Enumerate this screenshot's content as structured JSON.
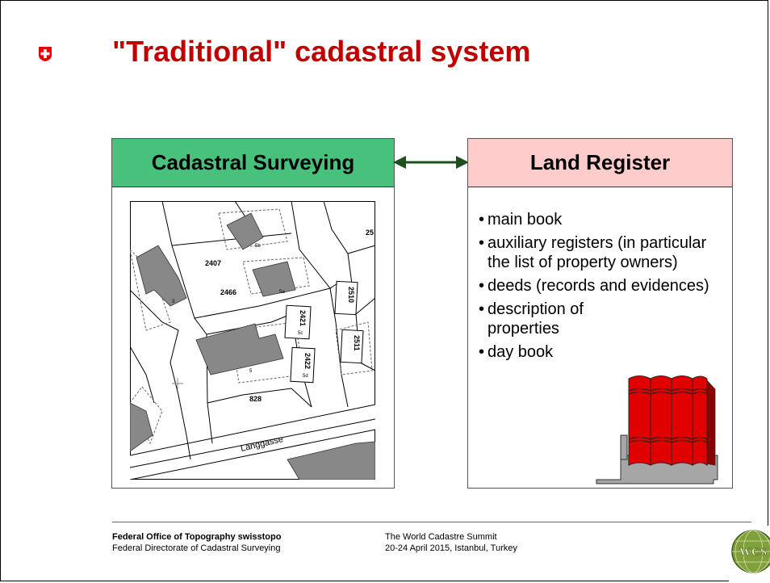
{
  "slide": {
    "title": "\"Traditional\" cadastral system",
    "left_box": {
      "header": "Cadastral Surveying"
    },
    "right_box": {
      "header": "Land Register",
      "bullets": [
        "main book",
        "auxiliary registers (in particular the list of property owners)",
        "deeds (records and evidences)",
        "description of properties",
        "day book"
      ]
    },
    "map": {
      "street": "Länggasse",
      "parcels": [
        "2407",
        "2466",
        "2421",
        "2422",
        "2510",
        "2511",
        "828",
        "25"
      ],
      "house_numbers": [
        "5b",
        "5a",
        "3",
        "5",
        "5c",
        "5d"
      ]
    },
    "colors": {
      "title_red": "#c00000",
      "left_header": "#47c17b",
      "right_header": "#ffcccc",
      "arrow": "#1f4e1f",
      "books": "#e00000"
    }
  },
  "footer": {
    "org_bold": "Federal Office of Topography swisstopo",
    "org_sub": "Federal Directorate of Cadastral Surveying",
    "event_line1": "The World Cadastre Summit",
    "event_line2": "20-24 April 2015, Istanbul, Turkey",
    "logo_text": "WCS"
  }
}
